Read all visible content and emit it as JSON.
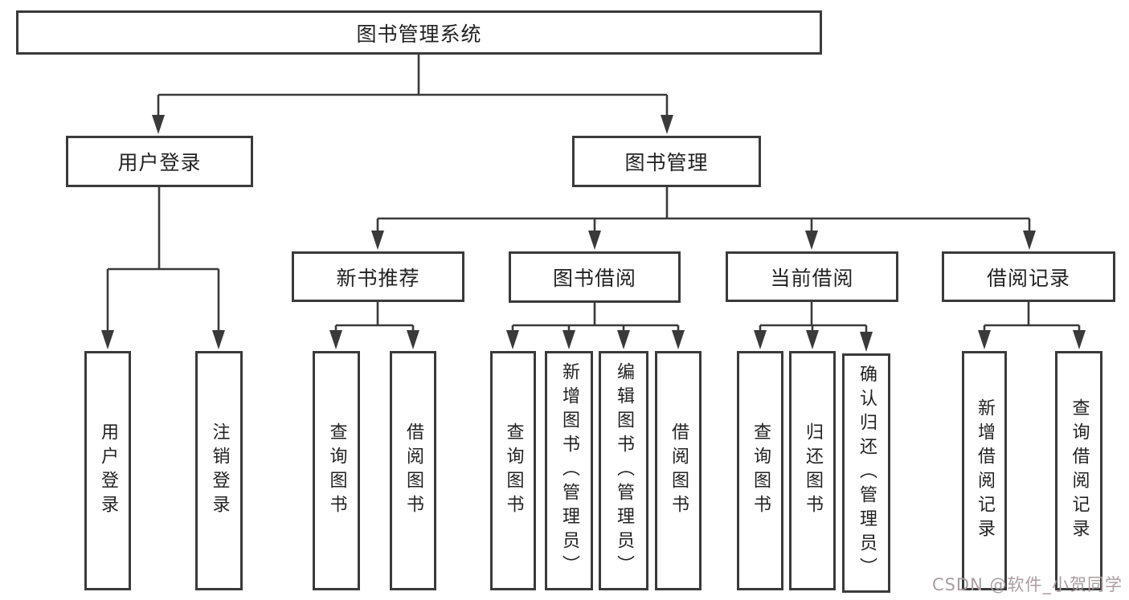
{
  "diagram": {
    "type": "hierarchy-tree",
    "root": {
      "label": "图书管理系统"
    },
    "level2": [
      {
        "label": "用户登录",
        "parent": "图书管理系统"
      },
      {
        "label": "图书管理",
        "parent": "图书管理系统"
      }
    ],
    "level3": [
      {
        "label": "新书推荐",
        "parent": "图书管理"
      },
      {
        "label": "图书借阅",
        "parent": "图书管理"
      },
      {
        "label": "当前借阅",
        "parent": "图书管理"
      },
      {
        "label": "借阅记录",
        "parent": "图书管理"
      }
    ],
    "level4": [
      {
        "label": "用户登录",
        "parent": "用户登录"
      },
      {
        "label": "注销登录",
        "parent": "用户登录"
      },
      {
        "label": "查询图书",
        "parent": "新书推荐"
      },
      {
        "label": "借阅图书",
        "parent": "新书推荐"
      },
      {
        "label": "查询图书",
        "parent": "图书借阅"
      },
      {
        "label": "新增图书（管理员）",
        "parent": "图书借阅"
      },
      {
        "label": "编辑图书（管理员）",
        "parent": "图书借阅"
      },
      {
        "label": "借阅图书",
        "parent": "图书借阅"
      },
      {
        "label": "查询图书",
        "parent": "当前借阅"
      },
      {
        "label": "归还图书",
        "parent": "当前借阅"
      },
      {
        "label": "确认归还（管理员）",
        "parent": "当前借阅"
      },
      {
        "label": "新增借阅记录",
        "parent": "借阅记录"
      },
      {
        "label": "查询借阅记录",
        "parent": "借阅记录"
      }
    ],
    "colors": {
      "line": "#3a3a3a",
      "box_border": "#3a3a3a",
      "text": "#222222",
      "background": "#ffffff"
    }
  },
  "watermark": {
    "text": "CSDN @软件_小贺同学",
    "color": "#ab9da0"
  }
}
